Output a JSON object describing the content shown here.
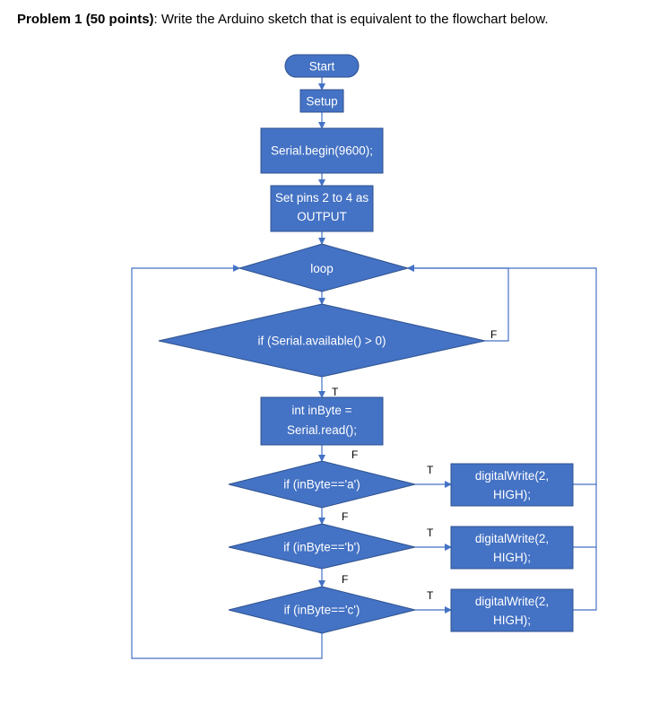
{
  "heading": {
    "bold": "Problem 1 (50 points)",
    "text": ": Write the Arduino sketch that is equivalent to the flowchart below."
  },
  "colors": {
    "fill": "#4472c4",
    "stroke": "#2f528f",
    "line": "#4472c4",
    "text": "#ffffff"
  },
  "nodes": {
    "start": "Start",
    "setup": "Setup",
    "serial_begin": "Serial.begin(9600);",
    "set_pins": [
      "Set pins 2 to 4 as",
      "OUTPUT"
    ],
    "loop": "loop",
    "serial_available": "if (Serial.available() > 0)",
    "inbyte": [
      "int inByte =",
      "Serial.read();"
    ],
    "if_a": "if (inByte=='a')",
    "if_b": "if (inByte=='b')",
    "if_c": "if (inByte=='c')",
    "write_a": [
      "digitalWrite(2,",
      "HIGH);"
    ],
    "write_b": [
      "digitalWrite(2,",
      "HIGH);"
    ],
    "write_c": [
      "digitalWrite(2,",
      "HIGH);"
    ]
  },
  "edge_labels": {
    "available_true": "T",
    "available_false": "F",
    "a_true": "T",
    "a_false": "F",
    "b_true": "T",
    "b_false": "F",
    "c_true": "T",
    "c_false": "F"
  }
}
